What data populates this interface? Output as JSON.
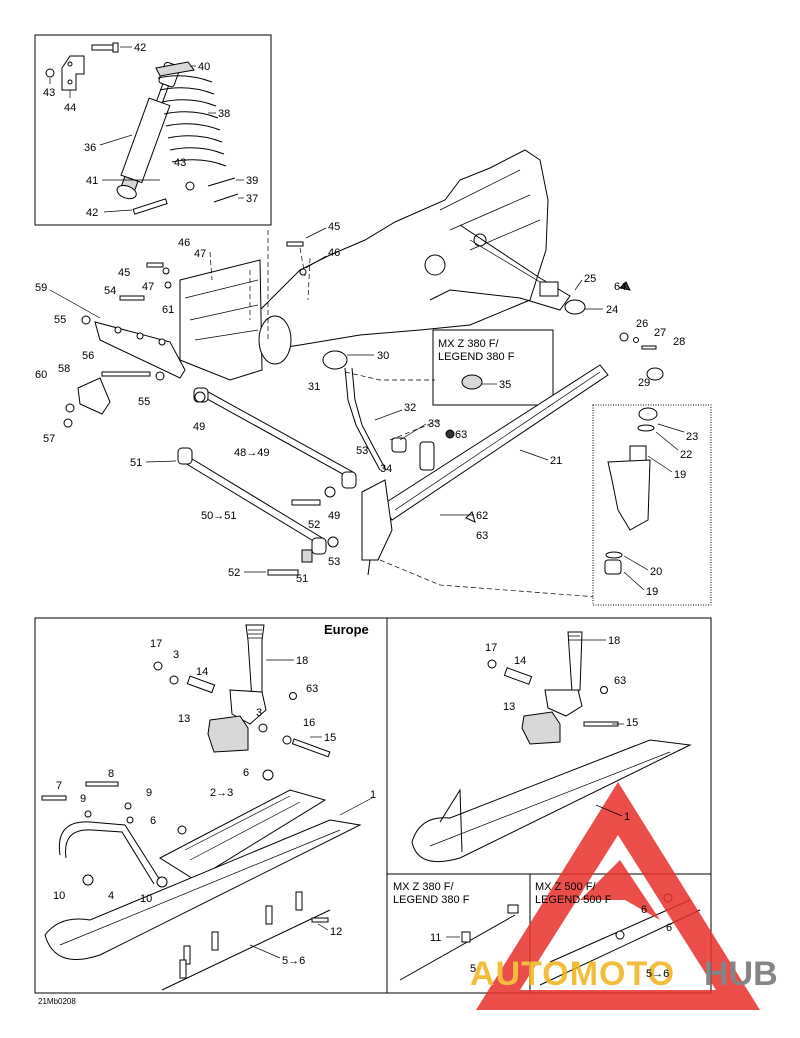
{
  "labels": {
    "top": [
      "42",
      "40",
      "43",
      "44",
      "38",
      "36",
      "43",
      "41",
      "39",
      "42",
      "37"
    ],
    "frame": [
      "45",
      "46",
      "46",
      "45",
      "47",
      "47",
      "54",
      "59",
      "61",
      "55",
      "25",
      "64",
      "24",
      "26",
      "27",
      "28",
      "29",
      "30",
      "31",
      "35",
      "56",
      "58",
      "60",
      "55",
      "57",
      "49",
      "32",
      "33",
      "63",
      "34",
      "53",
      "48→49",
      "51",
      "21",
      "62",
      "63",
      "50→51",
      "52",
      "49",
      "53",
      "52",
      "51",
      "23",
      "22",
      "19",
      "20",
      "19"
    ],
    "europe": [
      "17",
      "3",
      "14",
      "18",
      "63",
      "13",
      "3",
      "16",
      "15",
      "6",
      "7",
      "8",
      "9",
      "2→3",
      "1",
      "9",
      "6",
      "10",
      "4",
      "10",
      "12",
      "5→6"
    ],
    "right": [
      "17",
      "14",
      "18",
      "63",
      "13",
      "15",
      "1"
    ],
    "mx380": [
      "11",
      "5"
    ],
    "mx500": [
      "6",
      "6",
      "5→6"
    ]
  },
  "headers": {
    "mx380_callout_l1": "MX Z 380 F/",
    "mx380_callout_l2": "LEGEND 380 F",
    "europe": "Europe",
    "mx380_l1": "MX Z 380 F/",
    "mx380_l2": "LEGEND 380 F",
    "mx500_l1": "MX Z 500 F/",
    "mx500_l2": "LEGEND 500 F"
  },
  "figure_id": "21Mb0208",
  "watermark": {
    "part1": "AUTOMOTO",
    "part2": "HUB",
    "color_red": "#e8302a",
    "color_gold": "#f2b21b",
    "color_grey": "#707070"
  }
}
